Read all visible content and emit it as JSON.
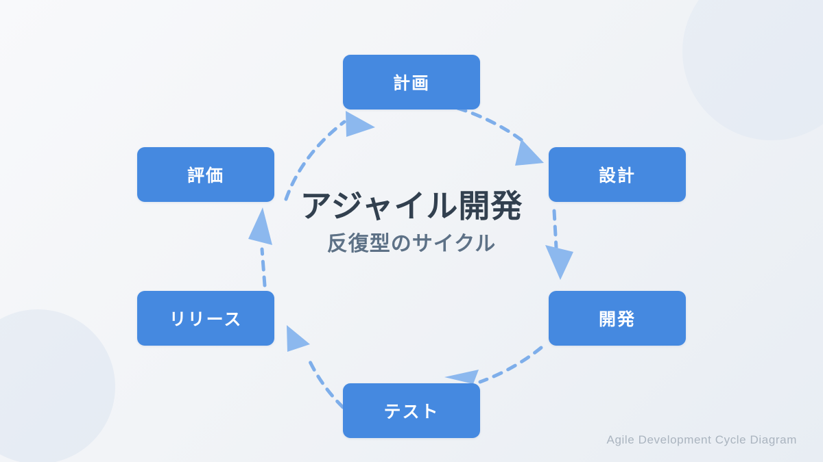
{
  "diagram": {
    "center": {
      "title": "アジャイル開発",
      "subtitle": "反復型のサイクル"
    },
    "caption": "Agile Development Cycle Diagram",
    "node_color": "#4589e0",
    "node_text_color": "#ffffff",
    "arrow_color": "#7eaeea",
    "arrow_head_color": "#8cb8ee",
    "title_color": "#32404f",
    "subtitle_color": "#5d7186",
    "caption_color": "#aab4bf",
    "background_from": "#f8f9fb",
    "background_to": "#e8edf3",
    "blob_color": "#e9eef5",
    "nodes": [
      {
        "label": "計画",
        "position": "top"
      },
      {
        "label": "設計",
        "position": "top-right"
      },
      {
        "label": "開発",
        "position": "bottom-right"
      },
      {
        "label": "テスト",
        "position": "bottom"
      },
      {
        "label": "リリース",
        "position": "bottom-left"
      },
      {
        "label": "評価",
        "position": "top-left"
      }
    ],
    "connectors": [
      {
        "from": "評価",
        "to": "計画",
        "style": "dashed-arc"
      },
      {
        "from": "計画",
        "to": "設計",
        "style": "dashed-arc"
      },
      {
        "from": "設計",
        "to": "開発",
        "style": "dashed-line"
      },
      {
        "from": "開発",
        "to": "テスト",
        "style": "dashed-arc"
      },
      {
        "from": "テスト",
        "to": "リリース",
        "style": "dashed-arc"
      },
      {
        "from": "リリース",
        "to": "評価",
        "style": "dashed-line"
      }
    ]
  }
}
